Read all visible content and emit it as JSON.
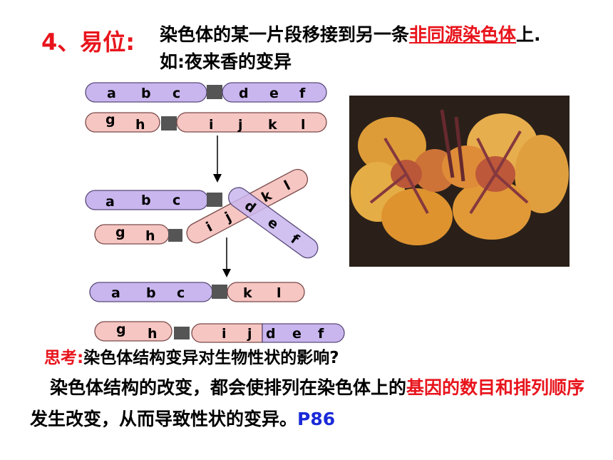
{
  "title": {
    "number_label": "4、易位:",
    "definition_part1": "染色体的某一片段移接到另一条",
    "definition_highlight": "非同源染色体",
    "definition_part2": "上.如:夜来香的变异"
  },
  "diagram": {
    "stage1": {
      "chrom_a": {
        "left_genes": [
          "a",
          "b",
          "c"
        ],
        "right_genes": [
          "d",
          "e",
          "f"
        ]
      },
      "chrom_b": {
        "left_genes": [
          "g",
          "h"
        ],
        "right_genes": [
          "i",
          "j",
          "k",
          "l"
        ]
      }
    },
    "stage2": {
      "chrom_a": {
        "left_genes": [
          "a",
          "b",
          "c"
        ]
      },
      "chrom_b": {
        "left_genes": [
          "g",
          "h"
        ]
      },
      "cross_arm_1": [
        "i",
        "j",
        "k",
        "l"
      ],
      "cross_arm_2": [
        "d",
        "e",
        "f"
      ]
    },
    "stage3": {
      "chrom_a": {
        "left_genes": [
          "a",
          "b",
          "c"
        ],
        "right_genes": [
          "k",
          "l"
        ]
      },
      "chrom_b": {
        "left_genes": [
          "g",
          "h"
        ],
        "right_genes": [
          "i",
          "j",
          "d",
          "e",
          "f"
        ]
      }
    },
    "colors": {
      "purple": "#c9b6ee",
      "pink": "#f6c6c2",
      "centromere": "#555555"
    }
  },
  "photo": {
    "icon": "evening-primrose-flower-photo"
  },
  "question": {
    "label": "思考:",
    "text": "染色体结构变异对生物性状的影响?"
  },
  "conclusion": {
    "part1": "染色体结构的改变，都会使排列在染色体上的",
    "highlight": "基因的数目和排列顺序",
    "part2": "发生改变，从而导致性状的变异。",
    "page_ref": "P86"
  }
}
